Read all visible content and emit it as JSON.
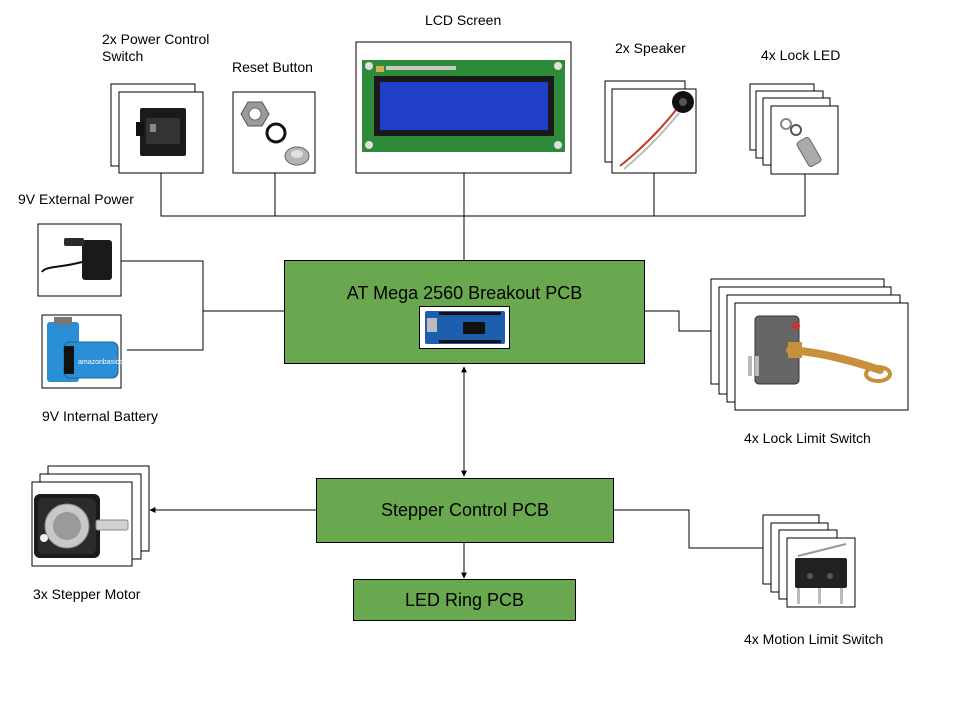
{
  "labels": {
    "power_switch": "2x Power Control\nSwitch",
    "reset_button": "Reset Button",
    "lcd_screen": "LCD Screen",
    "speaker": "2x Speaker",
    "lock_led": "4x Lock LED",
    "external_power": "9V External Power",
    "internal_battery": "9V Internal Battery",
    "lock_limit_switch": "4x Lock Limit Switch",
    "stepper_motor": "3x Stepper Motor",
    "motion_limit_switch": "4x Motion Limit Switch"
  },
  "blocks": {
    "main_pcb": "AT Mega 2560 Breakout PCB",
    "stepper_pcb": "Stepper Control PCB",
    "led_ring_pcb": "LED Ring PCB"
  },
  "battery_brand": "amazonbasics",
  "colors": {
    "block_fill": "#6aa84f",
    "line": "#000000",
    "lcd_pcb": "#2e8b3a",
    "lcd_screen": "#2040c8",
    "arduino_board": "#1d5fae",
    "battery_blue": "#2a8fd6",
    "key_gold": "#c8903a"
  }
}
